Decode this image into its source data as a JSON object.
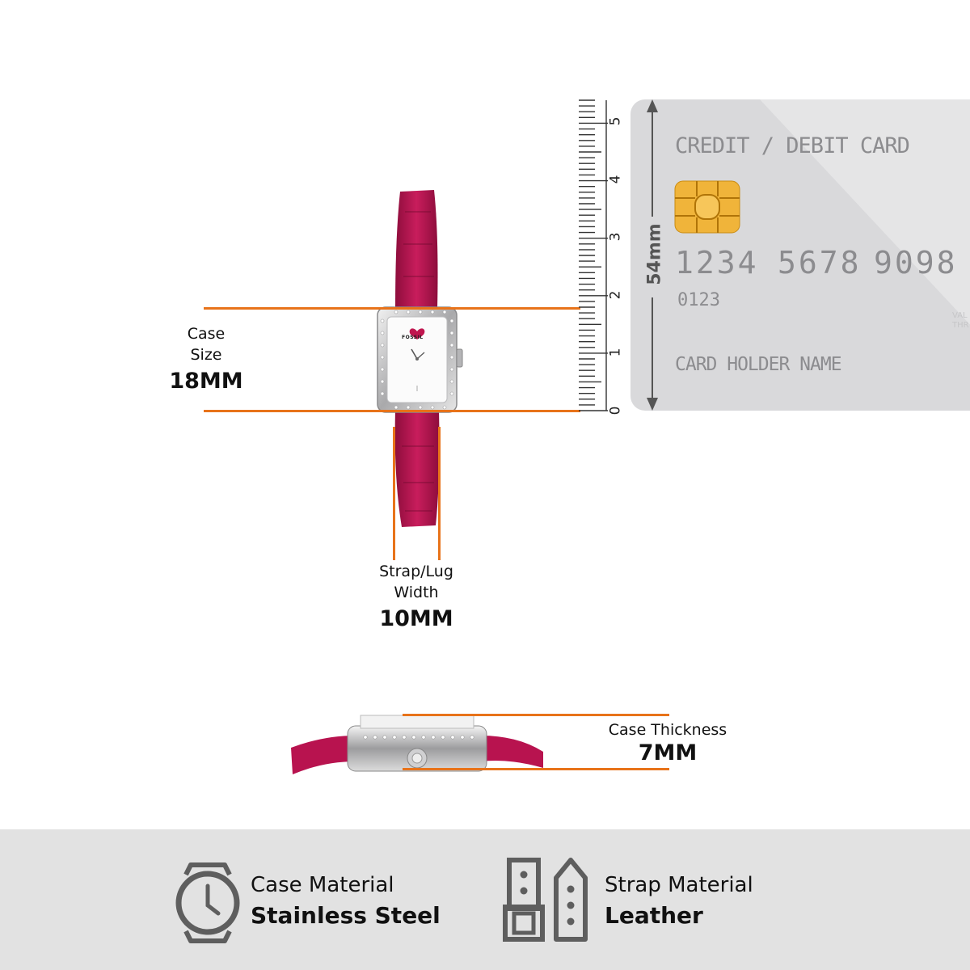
{
  "measurements": {
    "case_size": {
      "label_line1": "Case",
      "label_line2": "Size",
      "value": "18MM"
    },
    "strap_width": {
      "label_line1": "Strap/Lug",
      "label_line2": "Width",
      "value": "10MM"
    },
    "case_thickness": {
      "label": "Case Thickness",
      "value": "7MM"
    }
  },
  "ruler": {
    "ticks": [
      "0",
      "1",
      "2",
      "3",
      "4",
      "5"
    ],
    "height_label": "54mm"
  },
  "card": {
    "title": "CREDIT / DEBIT CARD",
    "number_groups": [
      "1234",
      "5678",
      "9098"
    ],
    "number_sub": "0123",
    "holder": "CARD HOLDER NAME",
    "valid_line1": "VAL",
    "valid_line2": "THR"
  },
  "watch": {
    "brand": "FOSSIL"
  },
  "materials": {
    "case": {
      "label": "Case Material",
      "value": "Stainless Steel",
      "icon": "watch-icon"
    },
    "strap": {
      "label": "Strap Material",
      "value": "Leather",
      "icon": "strap-icon"
    }
  },
  "colors": {
    "accent": "#e8731a",
    "strap": "#b8134f",
    "band": "#e2e2e2",
    "card": "#d9d9db"
  }
}
